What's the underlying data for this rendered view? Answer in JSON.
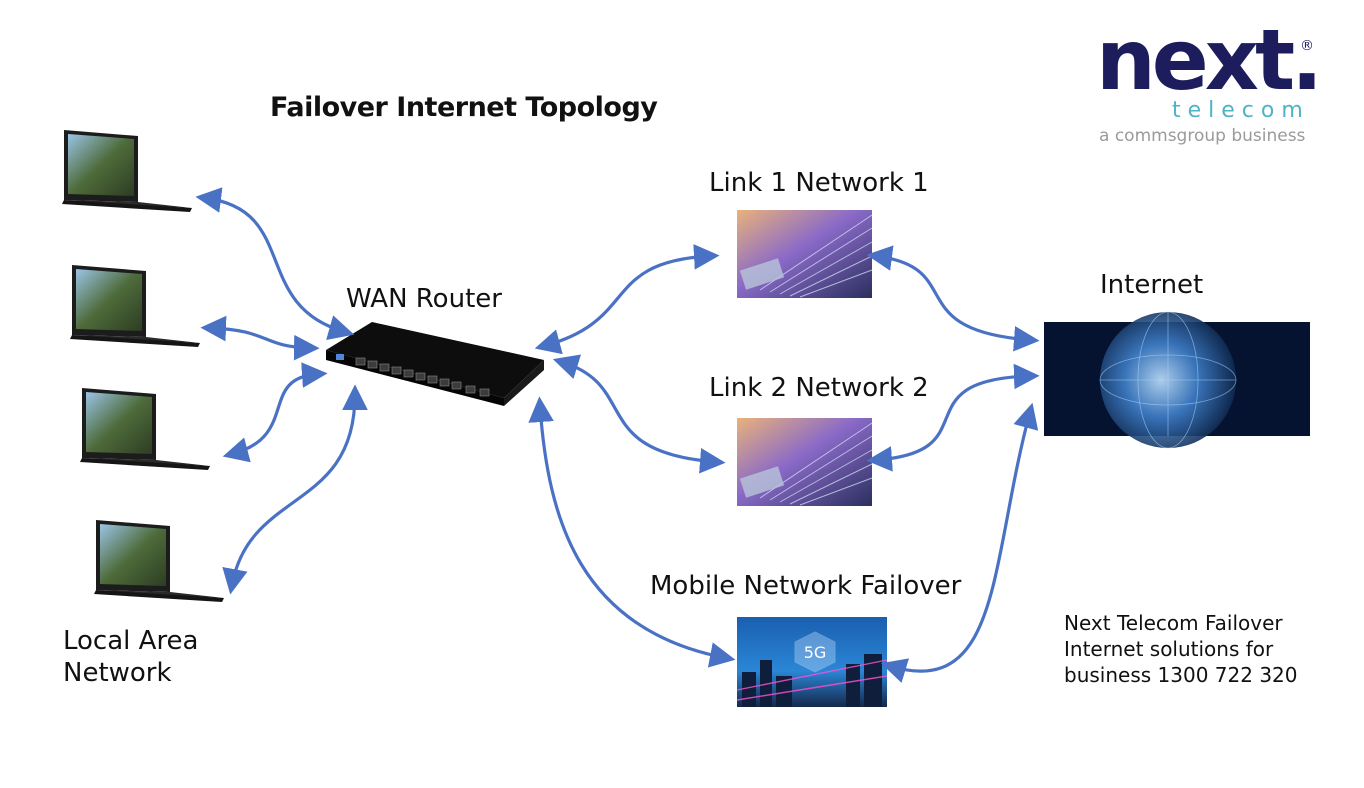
{
  "title": "Failover Internet Topology",
  "logo": {
    "main": "next.",
    "reg": "®",
    "sub": "telecom",
    "tagline": "a commsgroup business"
  },
  "labels": {
    "wan_router": "WAN Router",
    "link1": "Link 1 Network 1",
    "link2": "Link 2 Network 2",
    "mobile": "Mobile Network  Failover",
    "internet": "Internet",
    "lan_line1": "Local Area",
    "lan_line2": "Network",
    "fiveg": "5G"
  },
  "footer_note": {
    "line1": "Next Telecom Failover",
    "line2": "Internet solutions for",
    "line3": "business 1300 722 320"
  },
  "colors": {
    "arrow": "#4a72c4",
    "logo_navy": "#1d1d5e",
    "logo_teal": "#4fb3c8"
  }
}
